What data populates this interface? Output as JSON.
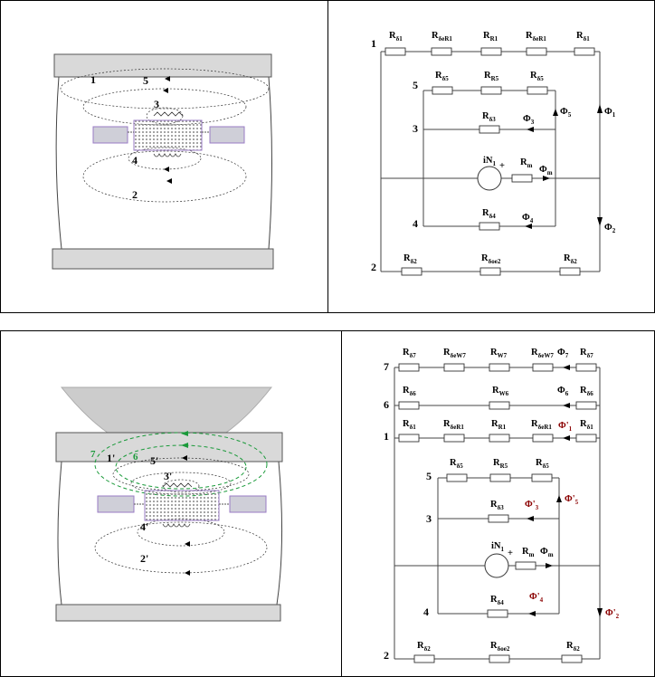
{
  "top_circuit": {
    "nodes": [
      "1",
      "2",
      "3",
      "4",
      "5"
    ],
    "row1": [
      {
        "main": "R",
        "sub": "δ1"
      },
      {
        "main": "R",
        "sub": "δeR1"
      },
      {
        "main": "R",
        "sub": "R1"
      },
      {
        "main": "R",
        "sub": "δeR1"
      },
      {
        "main": "R",
        "sub": "δ1"
      }
    ],
    "row5": [
      {
        "main": "R",
        "sub": "δ5"
      },
      {
        "main": "R",
        "sub": "R5"
      },
      {
        "main": "R",
        "sub": "δ5"
      }
    ],
    "r3": {
      "main": "R",
      "sub": "δ3"
    },
    "r4": {
      "main": "R",
      "sub": "δ4"
    },
    "rm": {
      "main": "R",
      "sub": "m"
    },
    "source": {
      "main": "iN",
      "sub": "1"
    },
    "plus": "+",
    "row2": [
      {
        "main": "R",
        "sub": "δ2"
      },
      {
        "main": "R",
        "sub": "δoe2"
      },
      {
        "main": "R",
        "sub": "δ2"
      }
    ],
    "flux": {
      "phi1": {
        "main": "Φ",
        "sub": "1"
      },
      "phi2": {
        "main": "Φ",
        "sub": "2"
      },
      "phi3": {
        "main": "Φ",
        "sub": "3"
      },
      "phi4": {
        "main": "Φ",
        "sub": "4"
      },
      "phi5": {
        "main": "Φ",
        "sub": "5"
      },
      "phim": {
        "main": "Φ",
        "sub": "m"
      }
    }
  },
  "top_schematic": {
    "labels": [
      "1",
      "5",
      "3",
      "4",
      "2"
    ]
  },
  "bottom_schematic": {
    "labels": [
      "1'",
      "5'",
      "3'",
      "4'",
      "2'"
    ],
    "green_labels": [
      "7",
      "6"
    ]
  },
  "bottom_circuit": {
    "nodes": [
      "7",
      "6",
      "1",
      "5",
      "3",
      "4",
      "2"
    ],
    "row7": [
      {
        "main": "R",
        "sub": "δ7"
      },
      {
        "main": "R",
        "sub": "δeW7"
      },
      {
        "main": "R",
        "sub": "W7"
      },
      {
        "main": "R",
        "sub": "δeW7"
      },
      {
        "main": "R",
        "sub": "δ7"
      }
    ],
    "phi7": {
      "main": "Φ",
      "sub": "7"
    },
    "row6": [
      {
        "main": "R",
        "sub": "δ6"
      },
      {
        "main": "R",
        "sub": "W6"
      },
      {
        "main": "R",
        "sub": "δ6"
      }
    ],
    "phi6": {
      "main": "Φ",
      "sub": "6"
    },
    "row1": [
      {
        "main": "R",
        "sub": "δ1"
      },
      {
        "main": "R",
        "sub": "δeR1"
      },
      {
        "main": "R",
        "sub": "R1"
      },
      {
        "main": "R",
        "sub": "δeR1"
      },
      {
        "main": "R",
        "sub": "δ1"
      }
    ],
    "phi1p": {
      "main": "Φ'",
      "sub": "1"
    },
    "row5": [
      {
        "main": "R",
        "sub": "δ5"
      },
      {
        "main": "R",
        "sub": "R5"
      },
      {
        "main": "R",
        "sub": "δ5"
      }
    ],
    "r3": {
      "main": "R",
      "sub": "δ3"
    },
    "phi3p": {
      "main": "Φ'",
      "sub": "3"
    },
    "phi5p": {
      "main": "Φ'",
      "sub": "5"
    },
    "source": {
      "main": "iN",
      "sub": "1"
    },
    "plus": "+",
    "rm": {
      "main": "R",
      "sub": "m"
    },
    "phim": {
      "main": "Φ",
      "sub": "m"
    },
    "r4": {
      "main": "R",
      "sub": "δ4"
    },
    "phi4p": {
      "main": "Φ'",
      "sub": "4"
    },
    "phi2p": {
      "main": "Φ'",
      "sub": "2"
    },
    "row2": [
      {
        "main": "R",
        "sub": "δ2"
      },
      {
        "main": "R",
        "sub": "δoe2"
      },
      {
        "main": "R",
        "sub": "δ2"
      }
    ]
  },
  "colors": {
    "plate": "#d9d9d9",
    "magnet": "#c8c8c8",
    "side_block": "#cfcfd8",
    "side_border": "#9a7bc4",
    "flux_green": "#1a9a3a",
    "flux_red": "#8b0000",
    "arc": "#cccccc"
  }
}
